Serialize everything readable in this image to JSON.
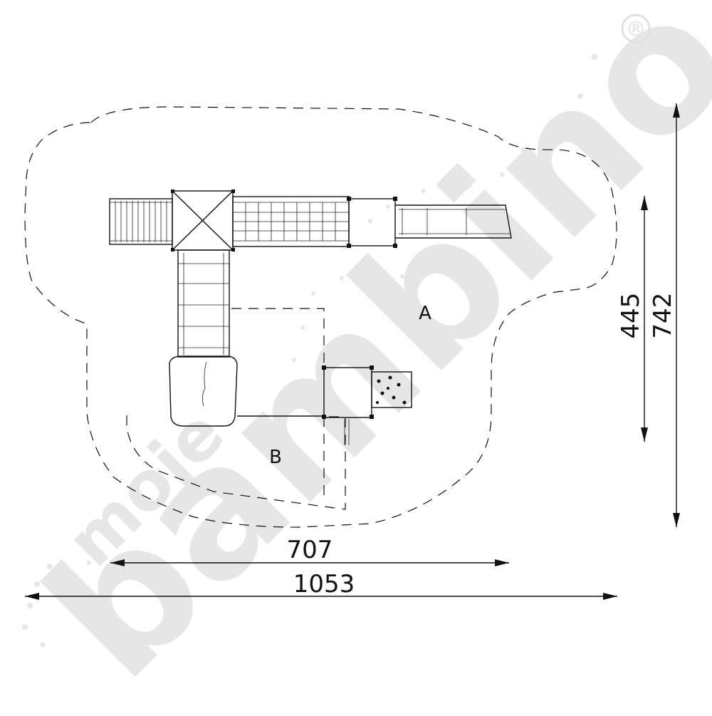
{
  "dimensions": {
    "inner_width": "707",
    "outer_width": "1053",
    "inner_height": "445",
    "outer_height": "742"
  },
  "zones": {
    "a": "A",
    "b": "B"
  },
  "watermark": {
    "brand_small": "moje",
    "brand_large": "bambino",
    "registered_mark": "®"
  },
  "colors": {
    "line": "#111111",
    "watermark": "#e6e6e6"
  }
}
